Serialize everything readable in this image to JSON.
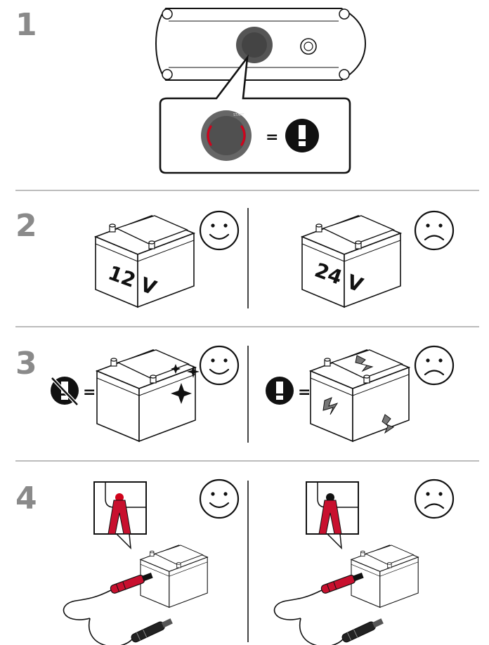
{
  "steps": [
    {
      "number": "1"
    },
    {
      "number": "2",
      "left_battery_label": "12 V",
      "right_battery_label": "24 V"
    },
    {
      "number": "3"
    },
    {
      "number": "4"
    }
  ],
  "charger": {
    "dial_text": "START"
  },
  "symbols": {
    "equals": "=",
    "warning": "!"
  },
  "colors": {
    "accent_red": "#d0021b",
    "clamp_red": "#c8102e",
    "dial_gray": "#555555",
    "divider": "#bcbcbc"
  }
}
